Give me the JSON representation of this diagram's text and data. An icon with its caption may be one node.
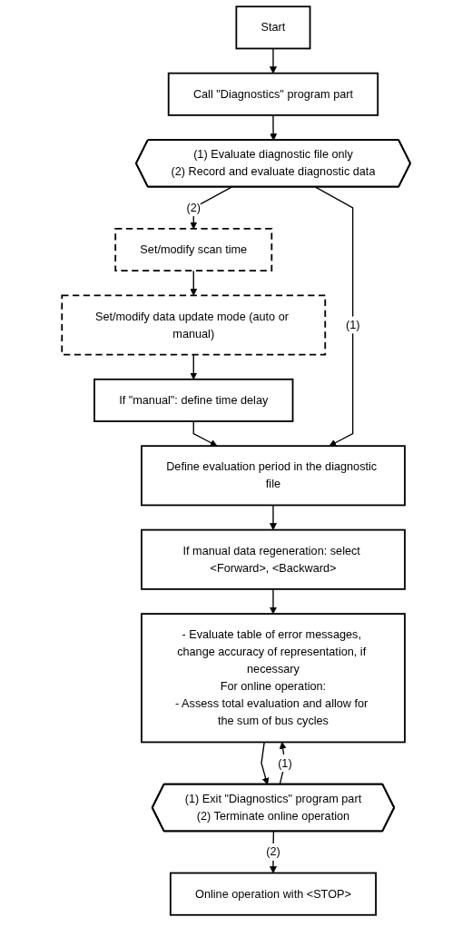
{
  "diagram": {
    "nodes": [
      {
        "text": [
          "Start"
        ]
      },
      {
        "text": [
          "Call \"Diagnostics\" program part"
        ]
      },
      {
        "text": [
          "(1) Evaluate diagnostic file only",
          "(2) Record and evaluate diagnostic data"
        ]
      },
      {
        "text": [
          "Set/modify scan time"
        ]
      },
      {
        "text": [
          "Set/modify data update mode (auto or manual)"
        ]
      },
      {
        "text": [
          "If \"manual\": define time delay"
        ]
      },
      {
        "text": [
          "Define evaluation period in the diagnostic file"
        ]
      },
      {
        "text": [
          "If manual data regeneration: select <Forward>, <Backward>"
        ]
      },
      {
        "text": [
          "- Evaluate table of error messages, change accuracy of representation, if necessary",
          "For online operation:",
          "- Assess total evaluation and allow for the sum of bus cycles"
        ]
      },
      {
        "text": [
          "(1) Exit \"Diagnostics\" program part",
          "(2) Terminate online operation"
        ]
      },
      {
        "text": [
          "Online operation with <STOP>"
        ]
      }
    ],
    "edges": [
      {
        "from": 0,
        "to": 1,
        "arrow": "to"
      },
      {
        "from": 1,
        "to": 2,
        "arrow": "to"
      },
      {
        "from": 2,
        "to": 3,
        "arrow": "to",
        "label": "(2)"
      },
      {
        "from": 3,
        "to": 4,
        "arrow": "to"
      },
      {
        "from": 4,
        "to": 5,
        "arrow": "to"
      },
      {
        "from": 5,
        "to": 6,
        "arrow": "to"
      },
      {
        "from": 2,
        "to": 6,
        "arrow": "to",
        "label": "(1)"
      },
      {
        "from": 6,
        "to": 7,
        "arrow": "to"
      },
      {
        "from": 7,
        "to": 8,
        "arrow": "to"
      },
      {
        "from": 8,
        "to": 9,
        "arrow": "to"
      },
      {
        "from": 9,
        "to": 8,
        "arrow": "to",
        "label": "(1)"
      },
      {
        "from": 9,
        "to": 10,
        "arrow": "to",
        "label": "(2)"
      }
    ]
  }
}
